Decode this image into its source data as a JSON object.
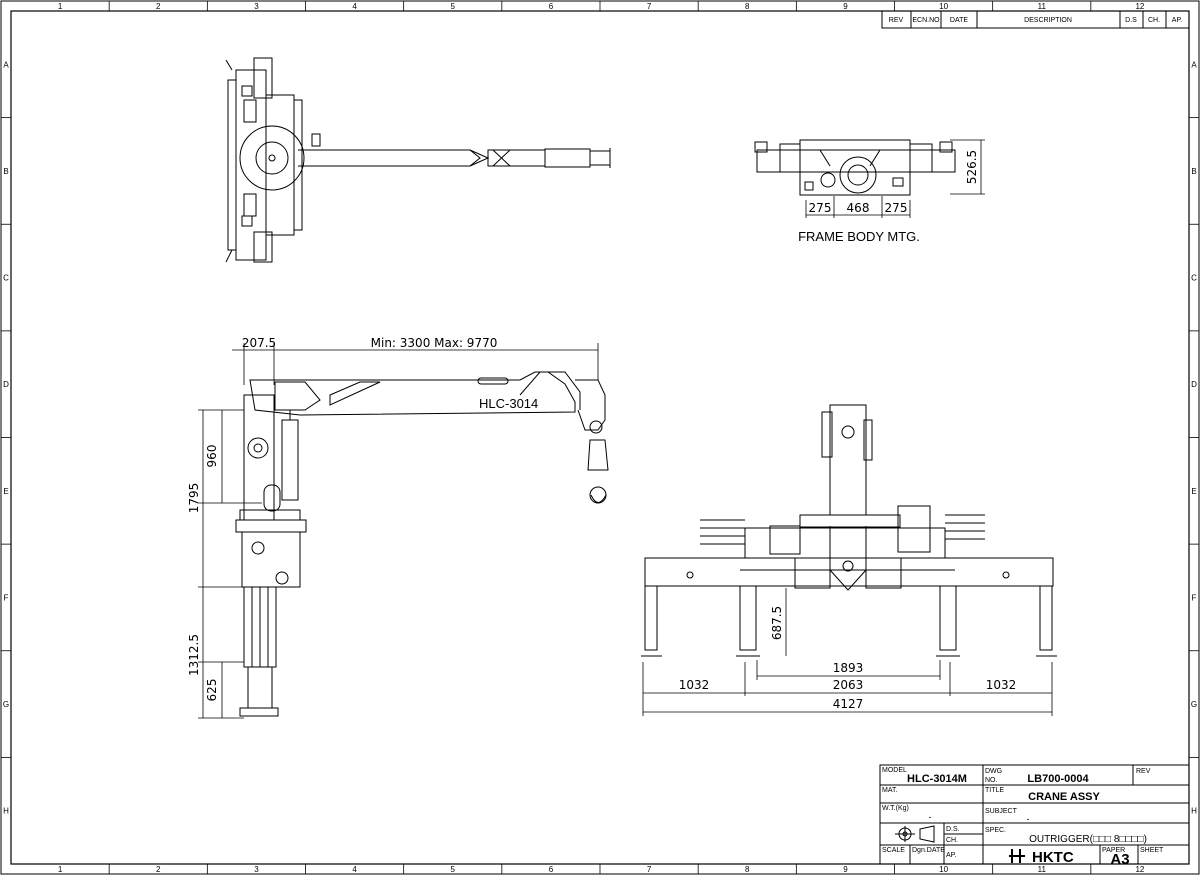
{
  "zones": {
    "columns": [
      "1",
      "2",
      "3",
      "4",
      "5",
      "6",
      "7",
      "8",
      "9",
      "10",
      "11",
      "12"
    ],
    "rows": [
      "A",
      "B",
      "C",
      "D",
      "E",
      "F",
      "G",
      "H"
    ]
  },
  "revision_table": {
    "headers": [
      "REV",
      "ECN.NO",
      "DATE",
      "DESCRIPTION",
      "D.S",
      "CH.",
      "AP."
    ]
  },
  "views": {
    "frame_label": "FRAME BODY MTG.",
    "frame_dims": {
      "left": "275",
      "mid": "468",
      "right": "275",
      "height": "526.5"
    },
    "side": {
      "boom_label": "HLC-3014",
      "dim_offset": "207.5",
      "dim_reach": "Min: 3300 Max: 9770",
      "dim_960": "960",
      "dim_1795": "1795",
      "dim_1312": "1312.5",
      "dim_625": "625"
    },
    "rear": {
      "dim_height": "687.5",
      "dim_1893": "1893",
      "dim_left": "1032",
      "dim_2063": "2063",
      "dim_right": "1032",
      "dim_total": "4127"
    }
  },
  "title_block": {
    "model_label": "MODEL",
    "model_value": "HLC-3014M",
    "dwg_label_1": "DWG",
    "dwg_label_2": "NO.",
    "dwg_value": "LB700-0004",
    "rev_label": "REV",
    "mat_label": "MAT.",
    "title_label": "TITLE",
    "title_value": "CRANE ASSY",
    "wt_label": "W.T.(Kg)",
    "wt_value": "-",
    "subject_label": "SUBJECT",
    "subject_value": "-",
    "ds_label": "D.S.",
    "spec_label": "SPEC.",
    "spec_value": "OUTRIGGER(□□□ 8□□□□)",
    "ch_label": "CH.",
    "scale_label": "SCALE",
    "dgn_label": "Dgn.DATE",
    "ap_label": "AP.",
    "logo_text": "HKTC",
    "paper_label": "PAPER",
    "paper_value": "A3",
    "sheet_label": "SHEET"
  }
}
